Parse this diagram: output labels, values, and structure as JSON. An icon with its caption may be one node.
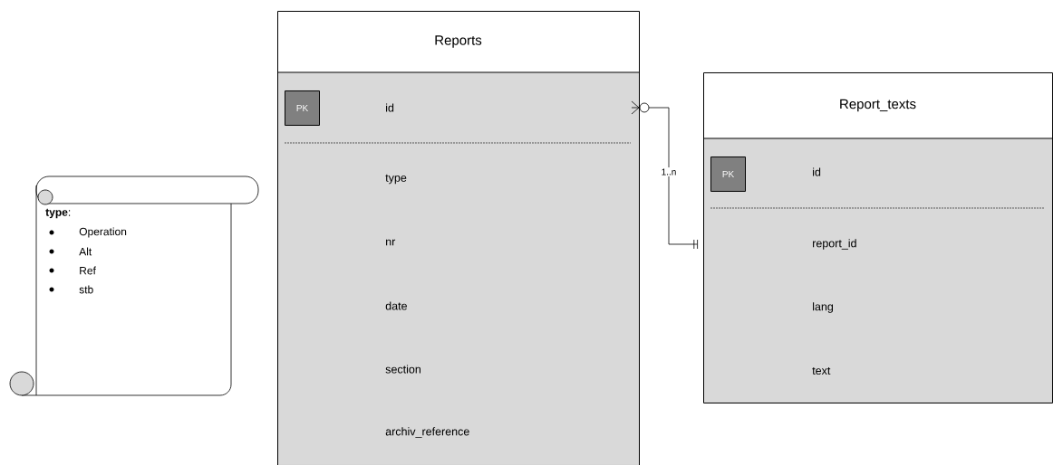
{
  "diagram": {
    "nodes": [
      {
        "text": [
          "Reports",
          "id",
          "type",
          "nr",
          "date",
          "section",
          "archiv_reference"
        ]
      },
      {
        "text": [
          "PK"
        ],
        "in": 0
      },
      {
        "text": [
          "Report_texts",
          "id",
          "report_id",
          "lang",
          "text"
        ]
      },
      {
        "text": [
          "PK"
        ],
        "in": 2
      },
      {
        "text": [
          "**type**:",
          "Operation",
          "Alt",
          "Ref",
          "stb"
        ]
      }
    ],
    "edges": [
      {
        "from": 0,
        "to": 2,
        "arrow": "other",
        "label": "1..n"
      }
    ]
  }
}
